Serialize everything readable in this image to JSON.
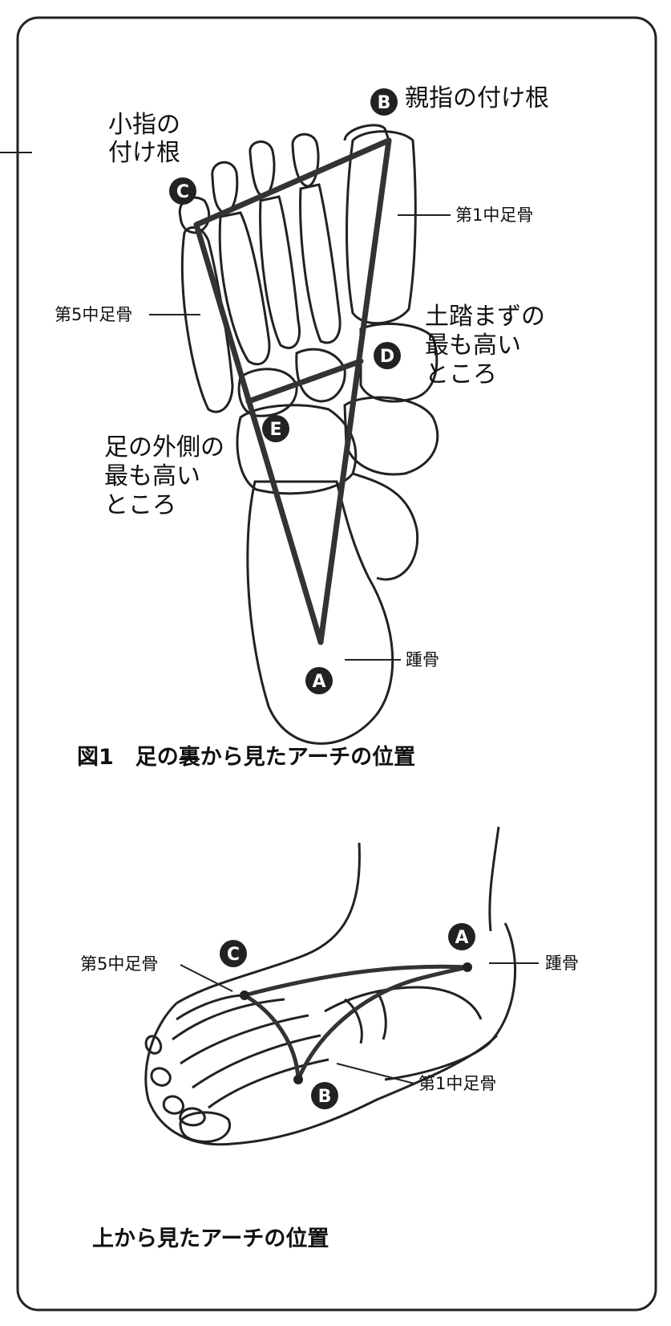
{
  "figure1": {
    "caption": "図1　足の裏から見たアーチの位置",
    "labels": {
      "b_text": "親指の付け根",
      "c_line1": "小指の",
      "c_line2": "付け根",
      "meta1": "第1中足骨",
      "meta5": "第5中足骨",
      "d_line1": "土踏まずの",
      "d_line2": "最も高い",
      "d_line3": "ところ",
      "e_line1": "足の外側の",
      "e_line2": "最も高い",
      "e_line3": "ところ",
      "heel": "踵骨"
    },
    "points": [
      "A",
      "B",
      "C",
      "D",
      "E"
    ]
  },
  "figure2": {
    "caption": "上から見たアーチの位置",
    "labels": {
      "meta5": "第5中足骨",
      "heel": "踵骨",
      "meta1": "第1中足骨"
    },
    "points": [
      "A",
      "B",
      "C"
    ]
  }
}
